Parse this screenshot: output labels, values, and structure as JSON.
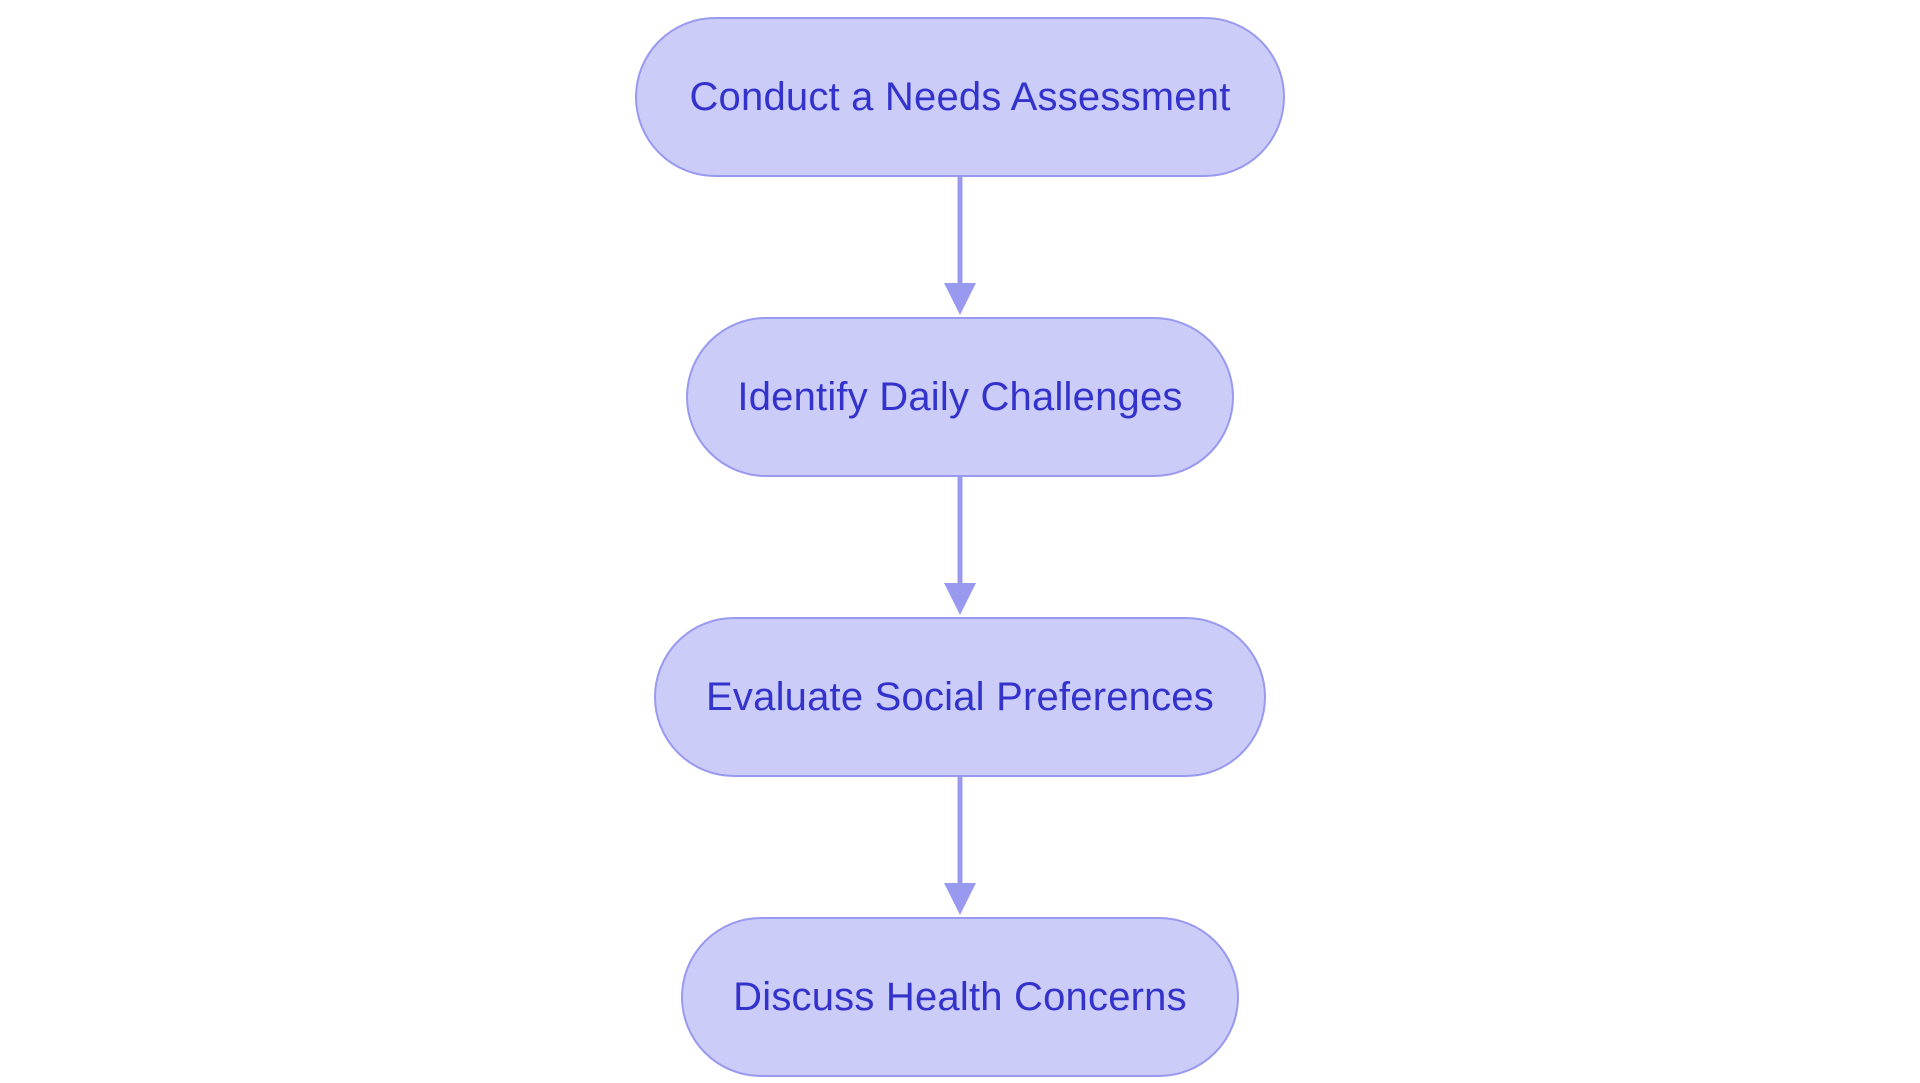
{
  "chart_data": {
    "type": "diagram",
    "diagram_type": "flowchart",
    "orientation": "top-to-bottom",
    "title": "",
    "background_color": "#ffffff",
    "node_fill_color": "#ccccf9",
    "node_border_color": "#9999f0",
    "node_text_color": "#3333cc",
    "edge_color": "#9999f0",
    "node_shape": "stadium",
    "nodes": [
      {
        "id": "n1",
        "label": "Conduct a Needs Assessment"
      },
      {
        "id": "n2",
        "label": "Identify Daily Challenges"
      },
      {
        "id": "n3",
        "label": "Evaluate Social Preferences"
      },
      {
        "id": "n4",
        "label": "Discuss Health Concerns"
      }
    ],
    "edges": [
      {
        "from": "n1",
        "to": "n2",
        "label": "",
        "arrowhead": "triangle"
      },
      {
        "from": "n2",
        "to": "n3",
        "label": "",
        "arrowhead": "triangle"
      },
      {
        "from": "n3",
        "to": "n4",
        "label": "",
        "arrowhead": "triangle"
      }
    ]
  },
  "diagram": {
    "nodes": [
      {
        "label": "Conduct a Needs Assessment"
      },
      {
        "label": "Identify Daily Challenges"
      },
      {
        "label": "Evaluate Social Preferences"
      },
      {
        "label": "Discuss Health Concerns"
      }
    ],
    "connectors": [
      {
        "name": "arrow-needs-to-challenges"
      },
      {
        "name": "arrow-challenges-to-preferences"
      },
      {
        "name": "arrow-preferences-to-health"
      }
    ]
  }
}
